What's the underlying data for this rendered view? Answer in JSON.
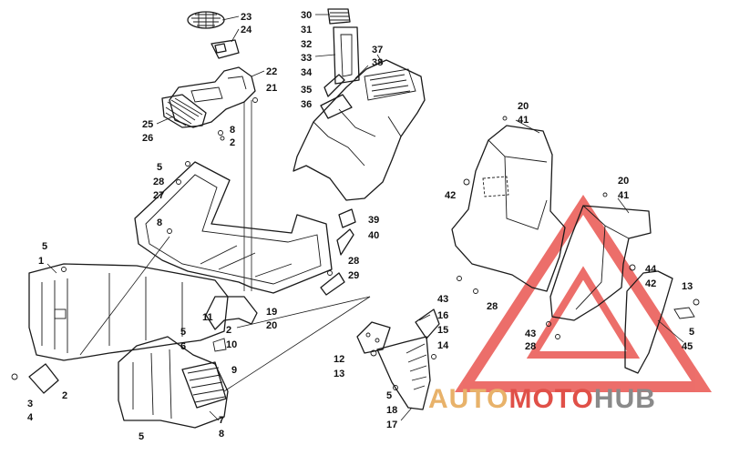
{
  "diagram": {
    "watermark": {
      "segments": [
        {
          "text": "AUTO",
          "color": "#e8b26a"
        },
        {
          "text": "MOTO",
          "color": "#e05048"
        },
        {
          "text": "HUB",
          "color": "#8a8a8a"
        }
      ],
      "logo_color": "#e84b45"
    },
    "labels": [
      "23",
      "24",
      "22",
      "21",
      "25",
      "26",
      "8",
      "2",
      "30",
      "31",
      "32",
      "33",
      "34",
      "35",
      "36",
      "37",
      "38",
      "5",
      "28",
      "27",
      "8",
      "39",
      "40",
      "28",
      "29",
      "20",
      "41",
      "42",
      "20",
      "41",
      "44",
      "42",
      "13",
      "5",
      "45",
      "43",
      "28",
      "43",
      "28",
      "5",
      "1",
      "11",
      "2",
      "10",
      "19",
      "20",
      "5",
      "6",
      "9",
      "3",
      "4",
      "2",
      "7",
      "8",
      "5",
      "12",
      "13",
      "16",
      "15",
      "14",
      "5",
      "18",
      "17"
    ]
  }
}
